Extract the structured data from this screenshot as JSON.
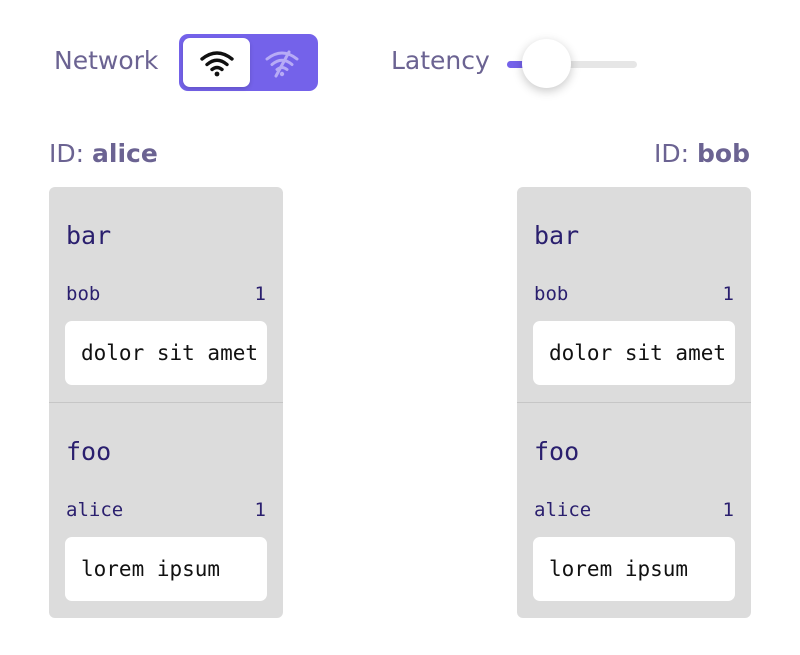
{
  "controls": {
    "network_label": "Network",
    "network_online": true,
    "latency_label": "Latency",
    "latency_value": 0.08,
    "accent_color": "#7462ea"
  },
  "icons": {
    "online": "wifi-icon",
    "offline": "wifi-off-icon"
  },
  "peers": [
    {
      "id_prefix": "ID: ",
      "id_name": "alice",
      "entries": [
        {
          "title": "bar",
          "author": "bob",
          "count": "1",
          "value": "dolor sit amet"
        },
        {
          "title": "foo",
          "author": "alice",
          "count": "1",
          "value": "lorem ipsum"
        }
      ]
    },
    {
      "id_prefix": "ID: ",
      "id_name": "bob",
      "entries": [
        {
          "title": "bar",
          "author": "bob",
          "count": "1",
          "value": "dolor sit amet"
        },
        {
          "title": "foo",
          "author": "alice",
          "count": "1",
          "value": "lorem ipsum"
        }
      ]
    }
  ]
}
